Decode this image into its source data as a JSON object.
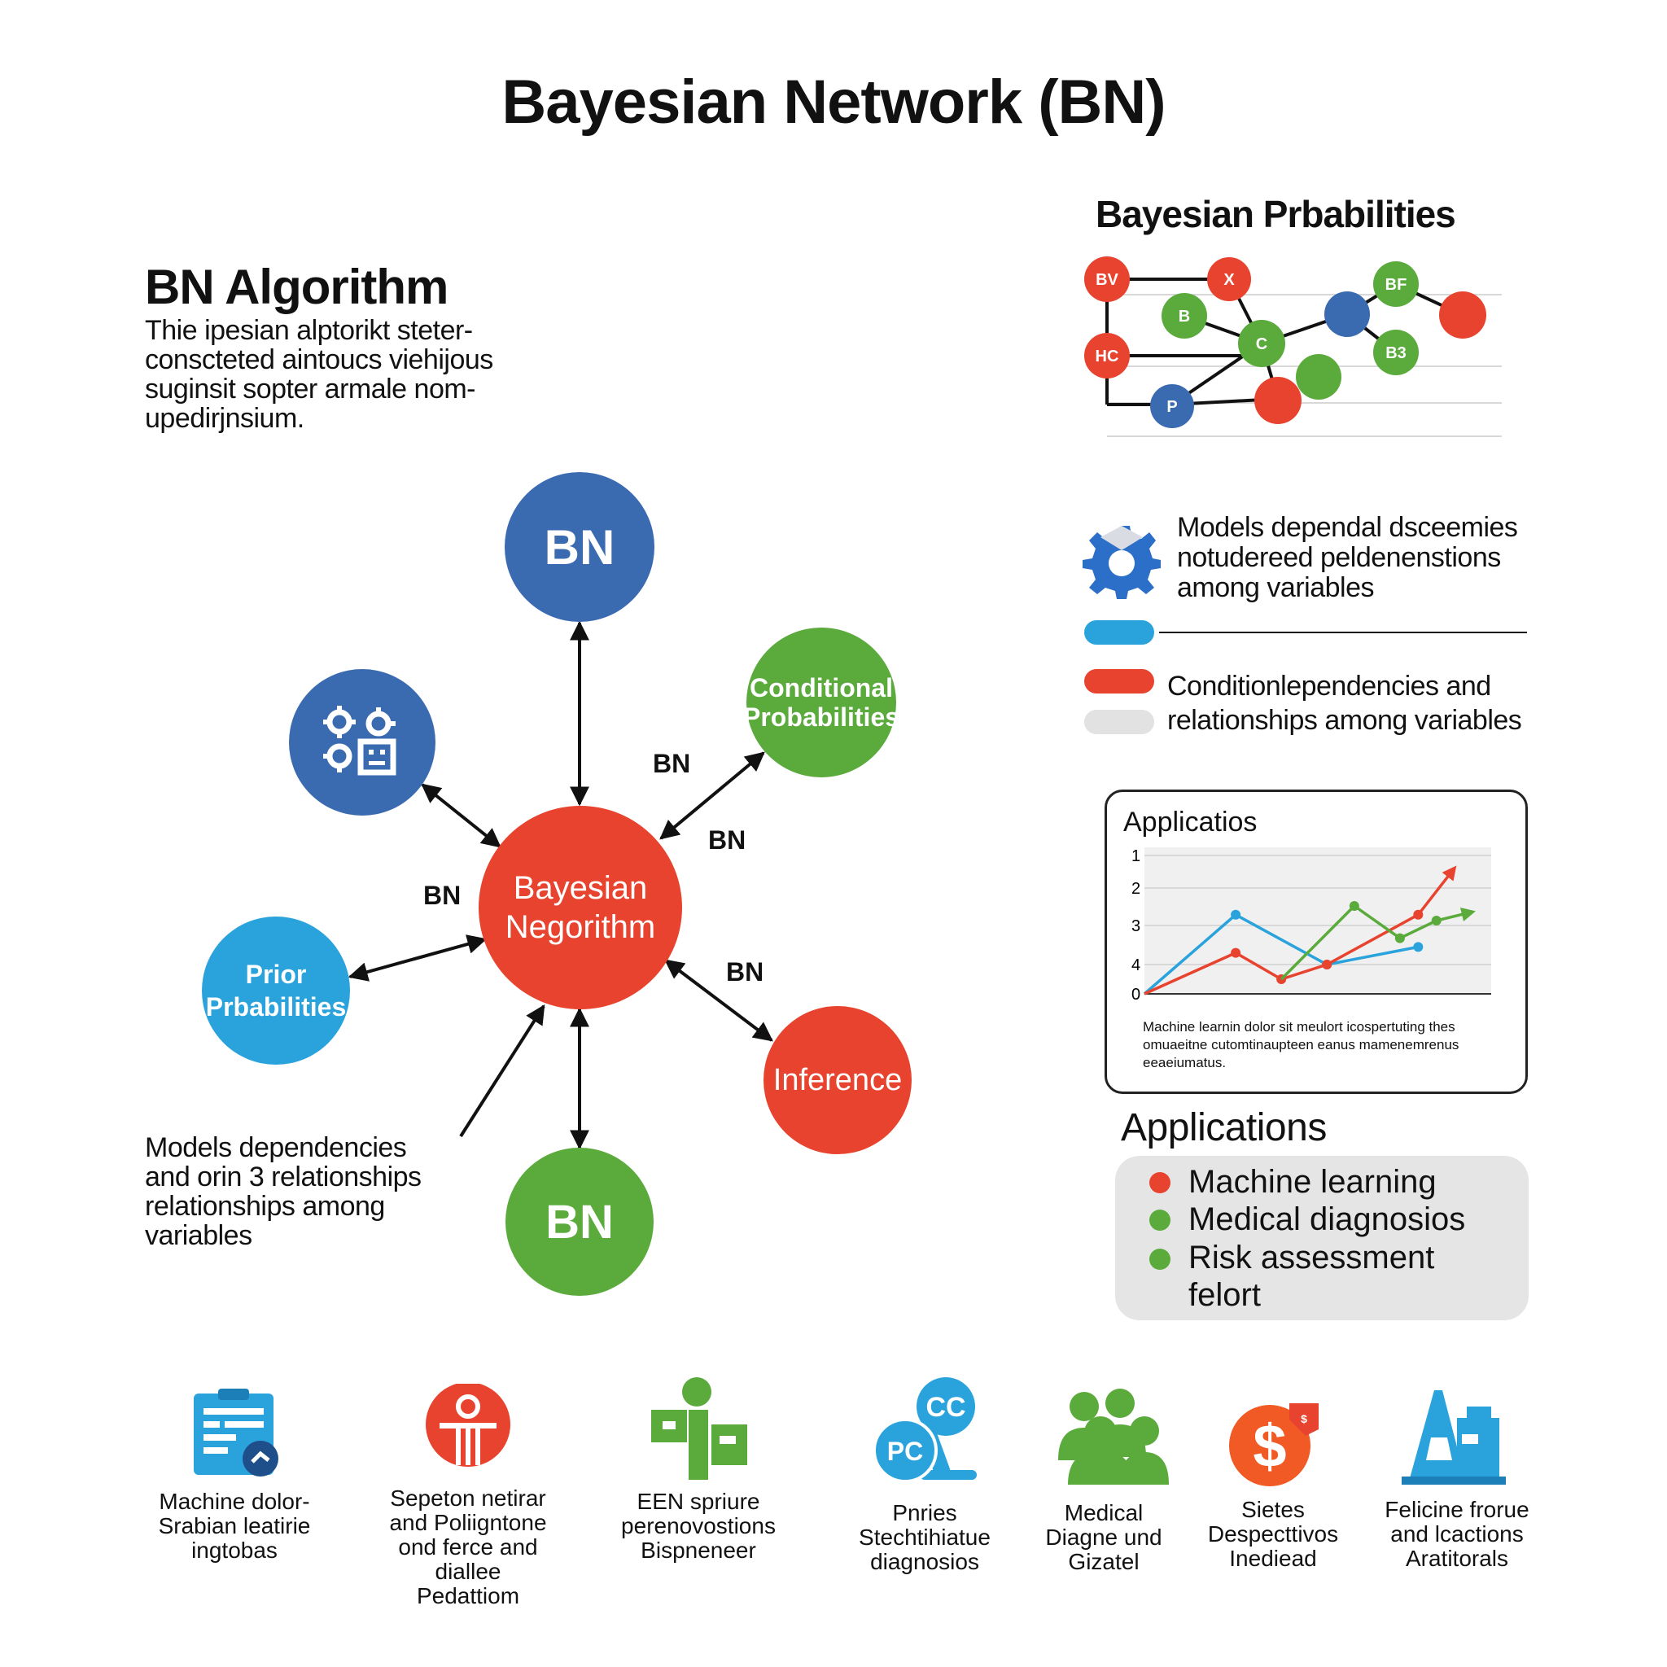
{
  "title": "Bayesian Network (BN)",
  "algorithm": {
    "heading": "BN Algorithm",
    "description": "Thie ipesian alptorikt steter-\nconscteted aintoucs viehijous\nsuginsit sopter armale nom-\nupedirjnsium."
  },
  "hub": {
    "center_label": "Bayesian\nNegorithm",
    "nodes": {
      "top": "BN",
      "conditional": "Conditional\nProbabilities",
      "prior": "Prior\nPrbabilities",
      "inference": "Inference",
      "bottom": "BN"
    },
    "edge_labels": [
      "BN",
      "BN",
      "BN",
      "BN"
    ],
    "note": "Models dependencies\nand orin 3 relationships\nrelationships among\nvariables"
  },
  "probabilities": {
    "heading": "Bayesian Prbabilities",
    "node_labels": [
      "BV",
      "X",
      "B",
      "BF",
      "HC",
      "C",
      "B3",
      "P"
    ]
  },
  "legend": {
    "item1": "Models dependal dsceemies\nnotudereed peldenenstions\namong variables",
    "item2": "Conditionlependencies and\nrelationships among variables"
  },
  "chart_data": {
    "type": "line",
    "title": "Applicatios",
    "y_tick_labels": [
      "1",
      "2",
      "3",
      "4",
      "0"
    ],
    "caption": "Machine learnin dolor sit meulort icospertuting thes\nomuaeitne cutomtinaupteen eanus mamenemrenus\neeaeiumatus.",
    "series": [
      {
        "color": "#2aa3dd",
        "x": [
          0,
          1,
          2,
          3
        ],
        "y": [
          0,
          2.7,
          1.0,
          1.6
        ]
      },
      {
        "color": "#e8432e",
        "x": [
          0,
          1,
          1.5,
          2,
          3,
          3.4
        ],
        "y": [
          0,
          1.4,
          0.5,
          1.0,
          2.7,
          4.3
        ]
      },
      {
        "color": "#5aaa3c",
        "x": [
          1.5,
          2.3,
          2.8,
          3.2,
          3.6
        ],
        "y": [
          0.5,
          3.0,
          1.9,
          2.5,
          2.8
        ]
      }
    ]
  },
  "applications": {
    "heading": "Applications",
    "items": [
      {
        "label": "Machine learning",
        "color": "#e8432e"
      },
      {
        "label": "Medical diagnosios",
        "color": "#5aaa3c"
      },
      {
        "label": "Risk assessment\nfelort",
        "color": "#5aaa3c"
      }
    ]
  },
  "icons": [
    {
      "name": "clipboard-chart-icon",
      "caption": "Machine dolor-\nSrabian leatirie\ningtobas"
    },
    {
      "name": "person-network-icon",
      "caption": "Sepeton netirar\nand Poliigntone\nond ferce and\ndialleе\nPedattiom"
    },
    {
      "name": "puzzle-person-icon",
      "caption": "EEN spriure\nperenovostions\nBispneneer"
    },
    {
      "name": "pc-cc-icon",
      "caption": "Pnries\nStechtihiatue\ndiagnosios"
    },
    {
      "name": "people-group-icon",
      "caption": "Medical\nDiagne und\nGizatel"
    },
    {
      "name": "dollar-icon",
      "caption": "Sietes\nDespecttivos\nInediead"
    },
    {
      "name": "lab-tower-icon",
      "caption": "Felicine frorue\nand lcactions\nAratitorals"
    }
  ]
}
